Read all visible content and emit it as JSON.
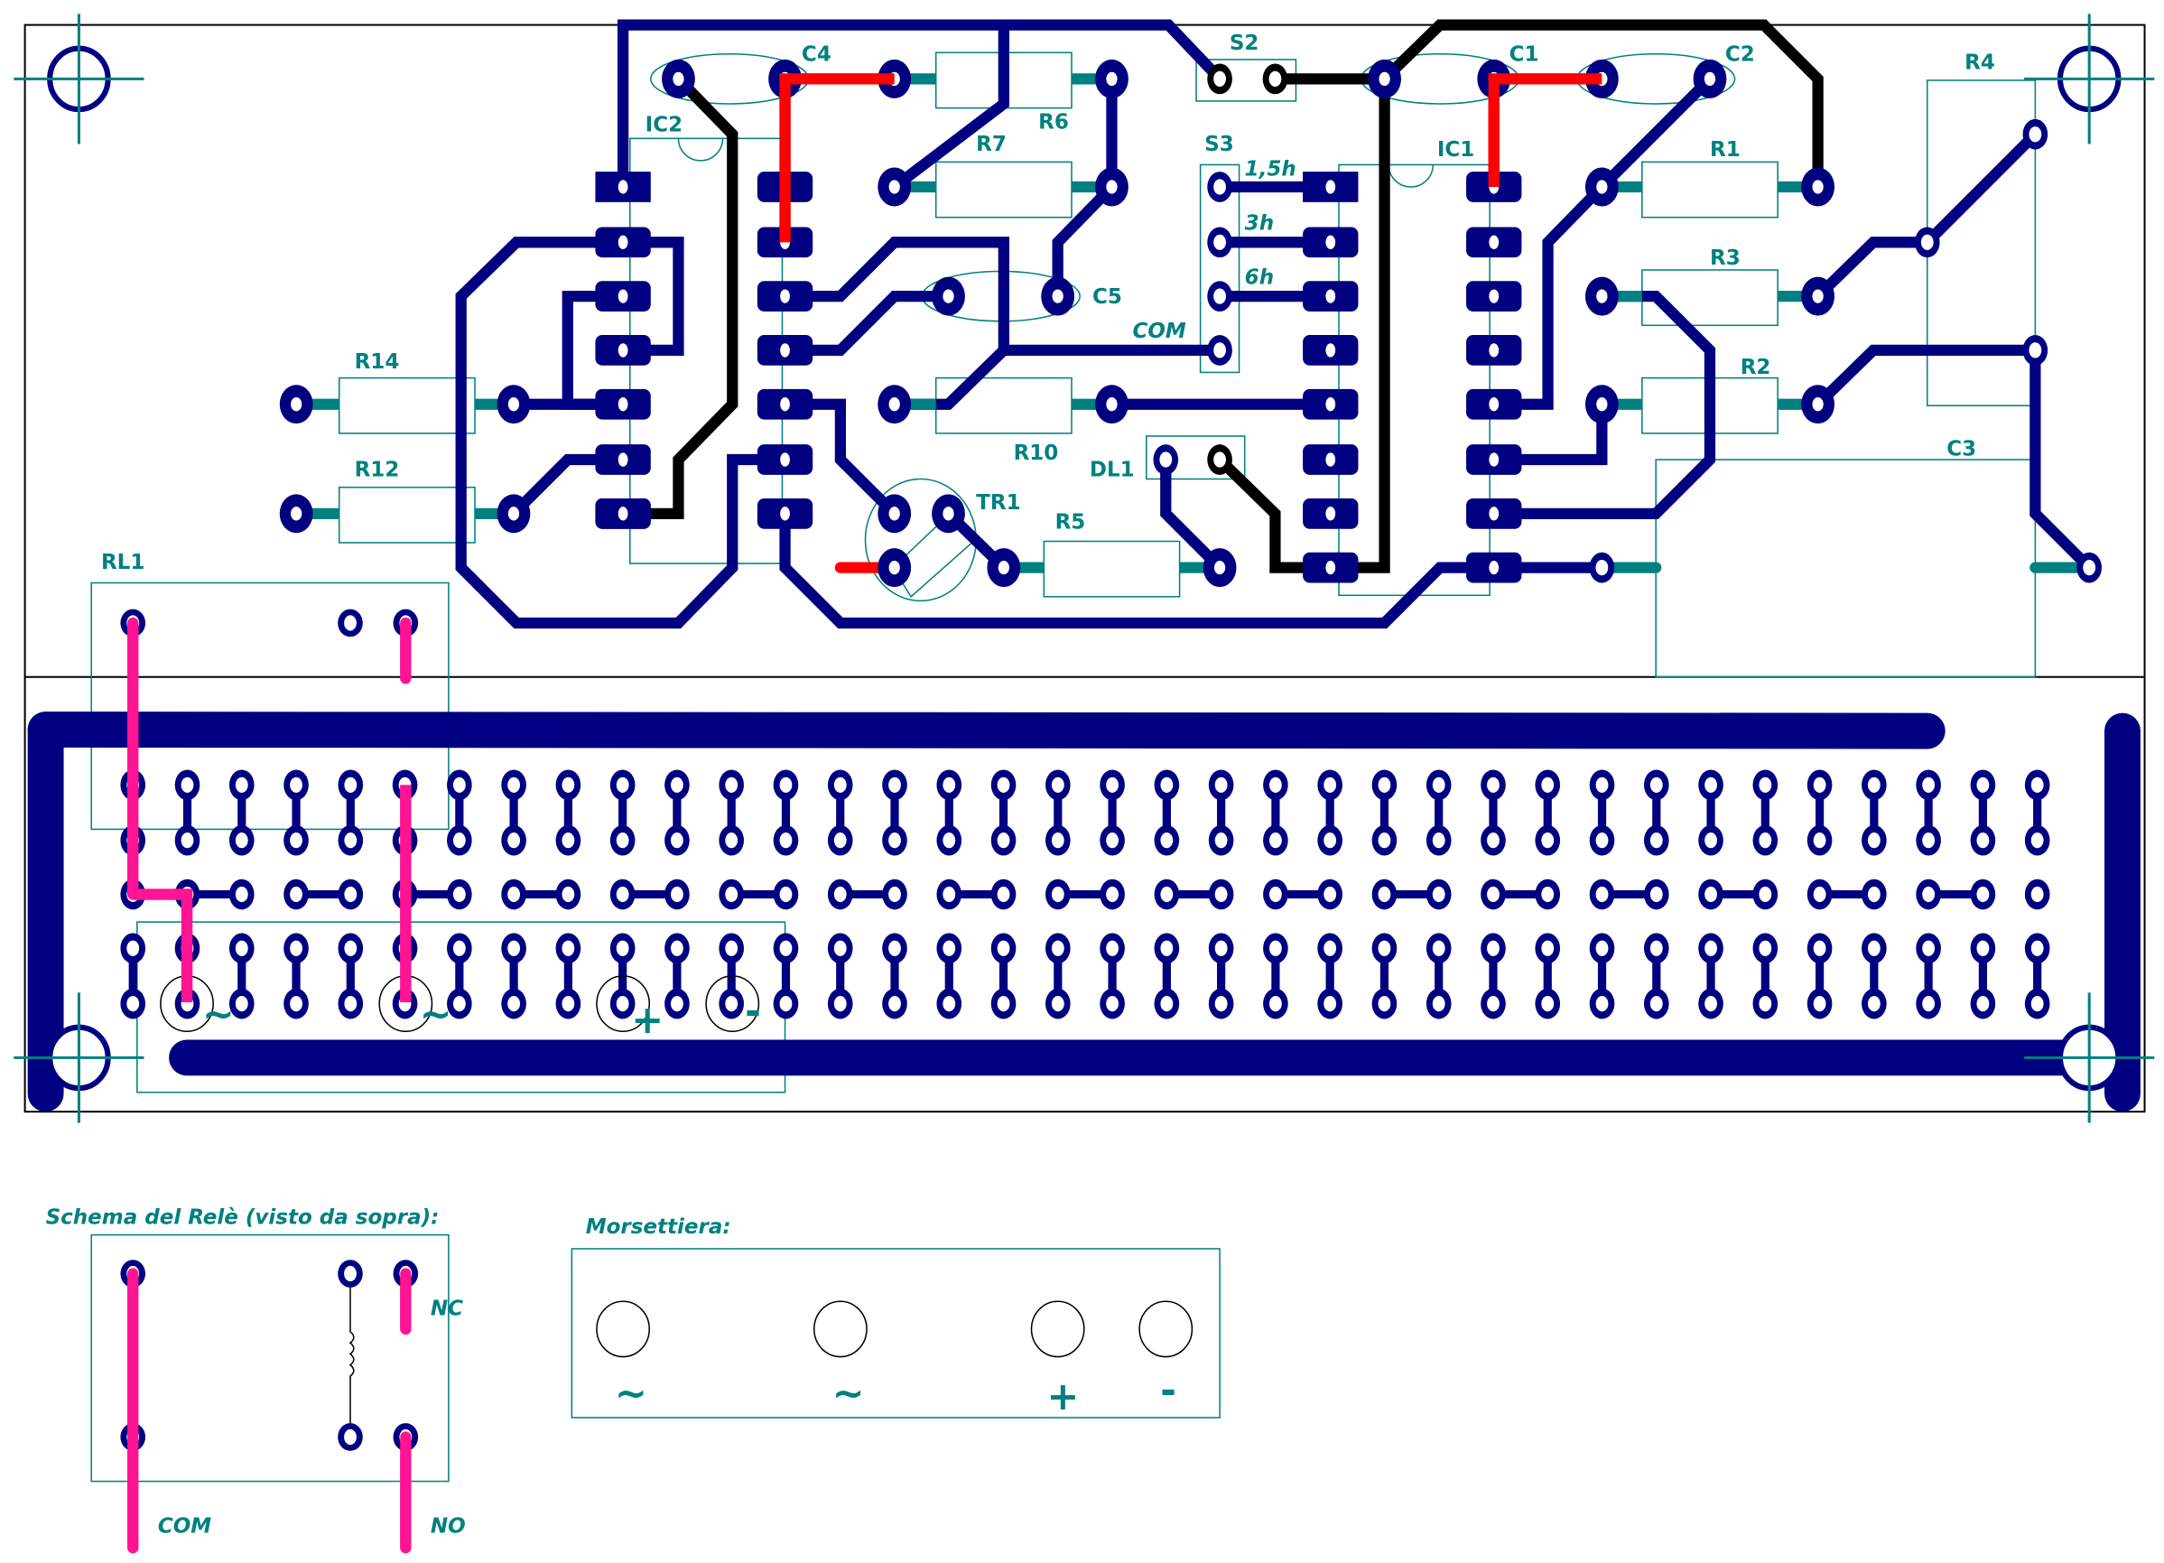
{
  "title": "PCB layout - timer relay board",
  "colors": {
    "copper": "#000080",
    "silkscreen": "#008080",
    "jumper_red": "#ff0000",
    "jumper_black": "#000000",
    "jumper_pink": "#ff1493",
    "background": "#ffffff"
  },
  "components": {
    "ic1": "IC1",
    "ic2": "IC2",
    "c1": "C1",
    "c2": "C2",
    "c3": "C3",
    "c4": "C4",
    "c5": "C5",
    "r1": "R1",
    "r2": "R2",
    "r3": "R3",
    "r4": "R4",
    "r5": "R5",
    "r6": "R6",
    "r7": "R7",
    "r10": "R10",
    "r12": "R12",
    "r14": "R14",
    "s2": "S2",
    "s3": "S3",
    "tr1": "TR1",
    "dl1": "DL1",
    "rl1": "RL1"
  },
  "s3_positions": [
    "1,5h",
    "3h",
    "6h",
    "COM"
  ],
  "terminal_symbols": [
    "~",
    "~",
    "+",
    "-"
  ],
  "relay_schema": {
    "title": "Schema del Relè (visto da sopra):",
    "labels": {
      "nc": "NC",
      "com": "COM",
      "no": "NO"
    }
  },
  "terminal_block": {
    "title": "Morsettiera:",
    "symbols": [
      "~",
      "~",
      "+",
      "-"
    ]
  }
}
